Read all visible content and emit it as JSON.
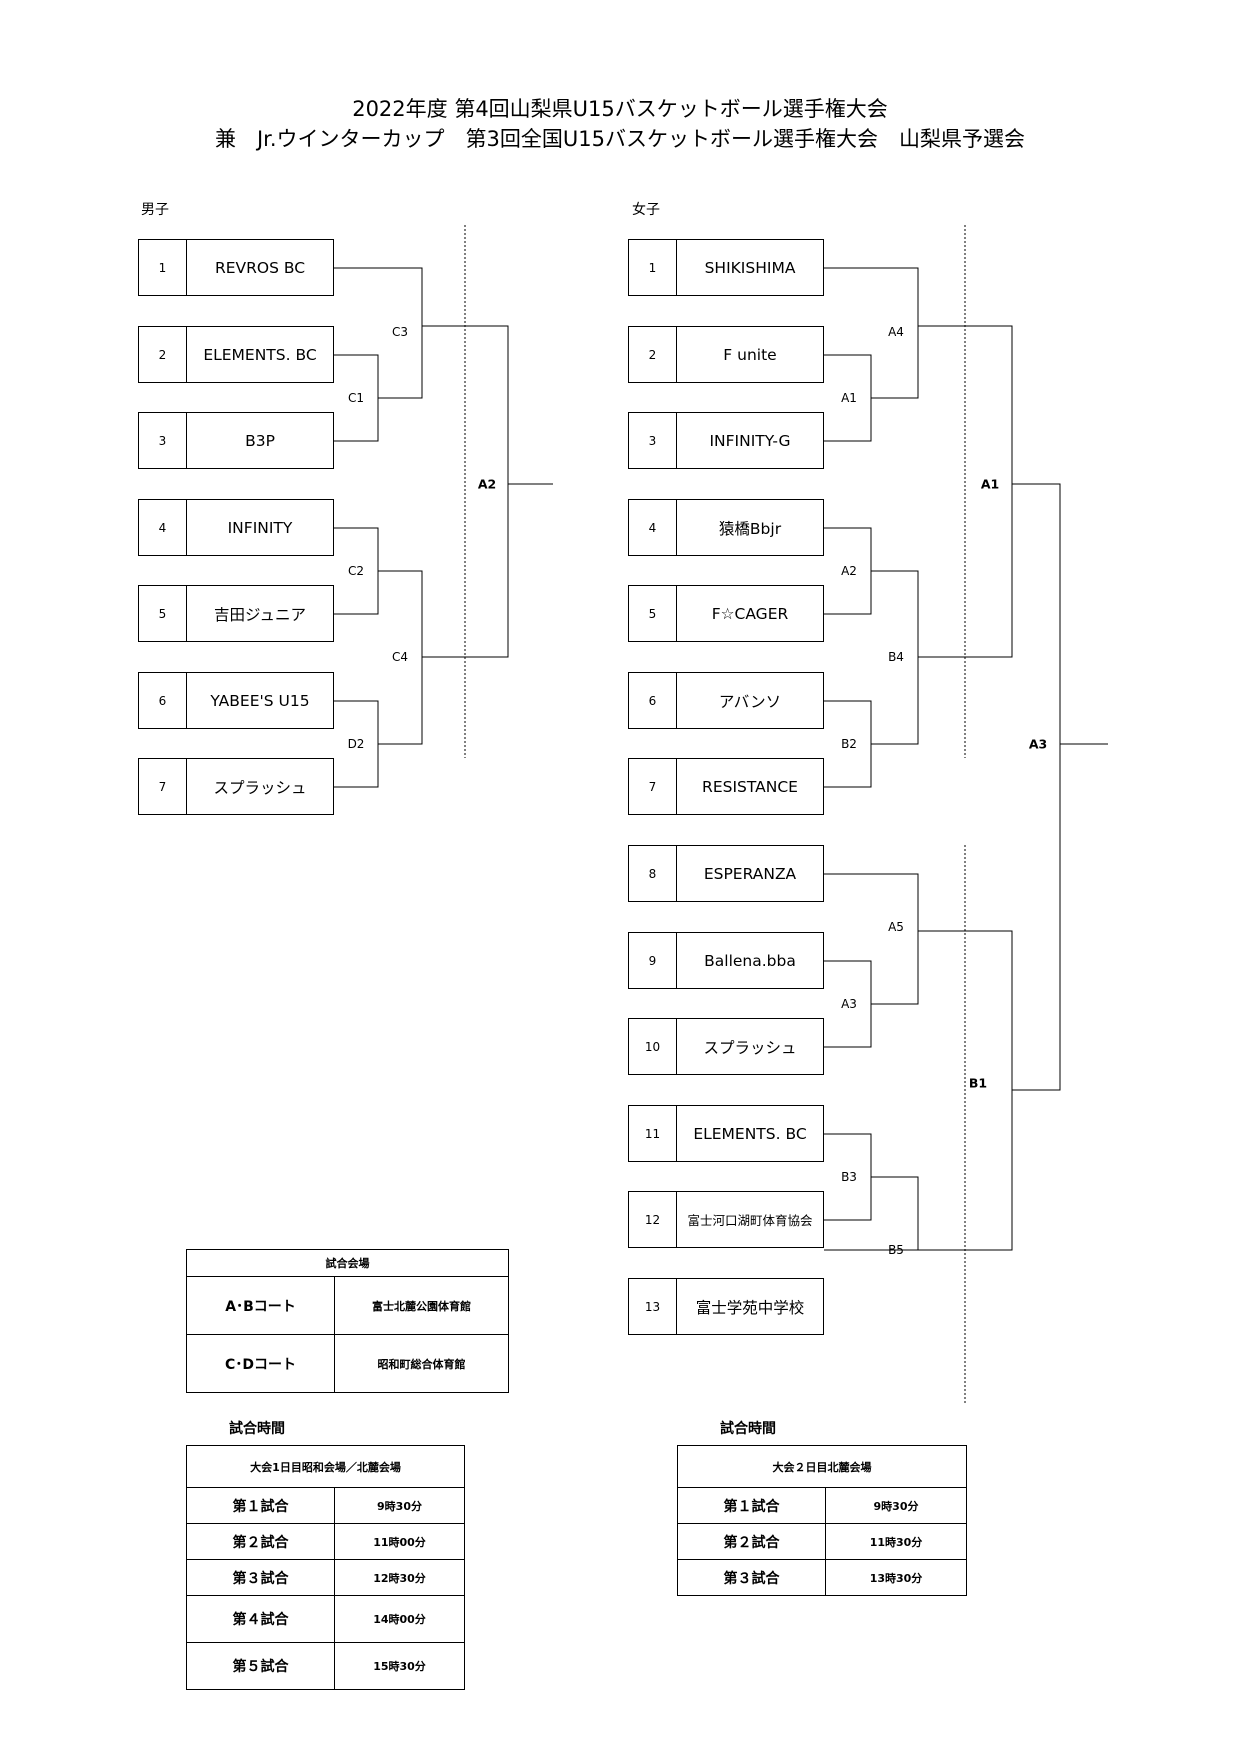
{
  "title_line1": "2022年度 第4回山梨県U15バスケットボール選手権大会",
  "title_line2": "兼　Jr.ウインターカップ　第3回全国U15バスケットボール選手権大会　山梨県予選会",
  "boys": {
    "label": "男子",
    "teams": [
      {
        "num": "1",
        "name": "REVROS BC"
      },
      {
        "num": "2",
        "name": "ELEMENTS. BC"
      },
      {
        "num": "3",
        "name": "B3P"
      },
      {
        "num": "4",
        "name": "INFINITY"
      },
      {
        "num": "5",
        "name": "吉田ジュニア"
      },
      {
        "num": "6",
        "name": "YABEE'S U15"
      },
      {
        "num": "7",
        "name": "スプラッシュ"
      }
    ],
    "matches": {
      "c1": "C1",
      "c2": "C2",
      "d2": "D2",
      "c3": "C3",
      "c4": "C4",
      "a2": "A2"
    }
  },
  "girls": {
    "label": "女子",
    "teams": [
      {
        "num": "1",
        "name": "SHIKISHIMA"
      },
      {
        "num": "2",
        "name": "F unite"
      },
      {
        "num": "3",
        "name": "INFINITY-G"
      },
      {
        "num": "4",
        "name": "猿橋Bbjr"
      },
      {
        "num": "5",
        "name": "F☆CAGER"
      },
      {
        "num": "6",
        "name": "アバンソ"
      },
      {
        "num": "7",
        "name": "RESISTANCE"
      },
      {
        "num": "8",
        "name": "ESPERANZA"
      },
      {
        "num": "9",
        "name": "Ballena.bba"
      },
      {
        "num": "10",
        "name": "スプラッシュ"
      },
      {
        "num": "11",
        "name": "ELEMENTS. BC"
      },
      {
        "num": "12",
        "name": "富士河口湖町体育協会"
      },
      {
        "num": "13",
        "name": "富士学苑中学校"
      }
    ],
    "matches": {
      "a1s": "A1",
      "a2s": "A2",
      "b2": "B2",
      "a3s": "A3",
      "b3": "B3",
      "a4": "A4",
      "b4": "B4",
      "a5": "A5",
      "b5": "B5",
      "a1": "A1",
      "b1": "B1",
      "a3": "A3"
    }
  },
  "venue": {
    "header": "試合会場",
    "rows": [
      {
        "court": "A･Bコート",
        "place": "富士北麓公園体育館"
      },
      {
        "court": "C･Dコート",
        "place": "昭和町総合体育館"
      }
    ]
  },
  "schedule1": {
    "heading": "試合時間",
    "header": "大会1日目昭和会場／北麓会場",
    "rows": [
      {
        "game": "第１試合",
        "time": "9時30分"
      },
      {
        "game": "第２試合",
        "time": "11時00分"
      },
      {
        "game": "第３試合",
        "time": "12時30分"
      },
      {
        "game": "第４試合",
        "time": "14時00分"
      },
      {
        "game": "第５試合",
        "time": "15時30分"
      }
    ]
  },
  "schedule2": {
    "heading": "試合時間",
    "header": "大会２日目北麓会場",
    "rows": [
      {
        "game": "第１試合",
        "time": "9時30分"
      },
      {
        "game": "第２試合",
        "time": "11時30分"
      },
      {
        "game": "第３試合",
        "time": "13時30分"
      }
    ]
  }
}
